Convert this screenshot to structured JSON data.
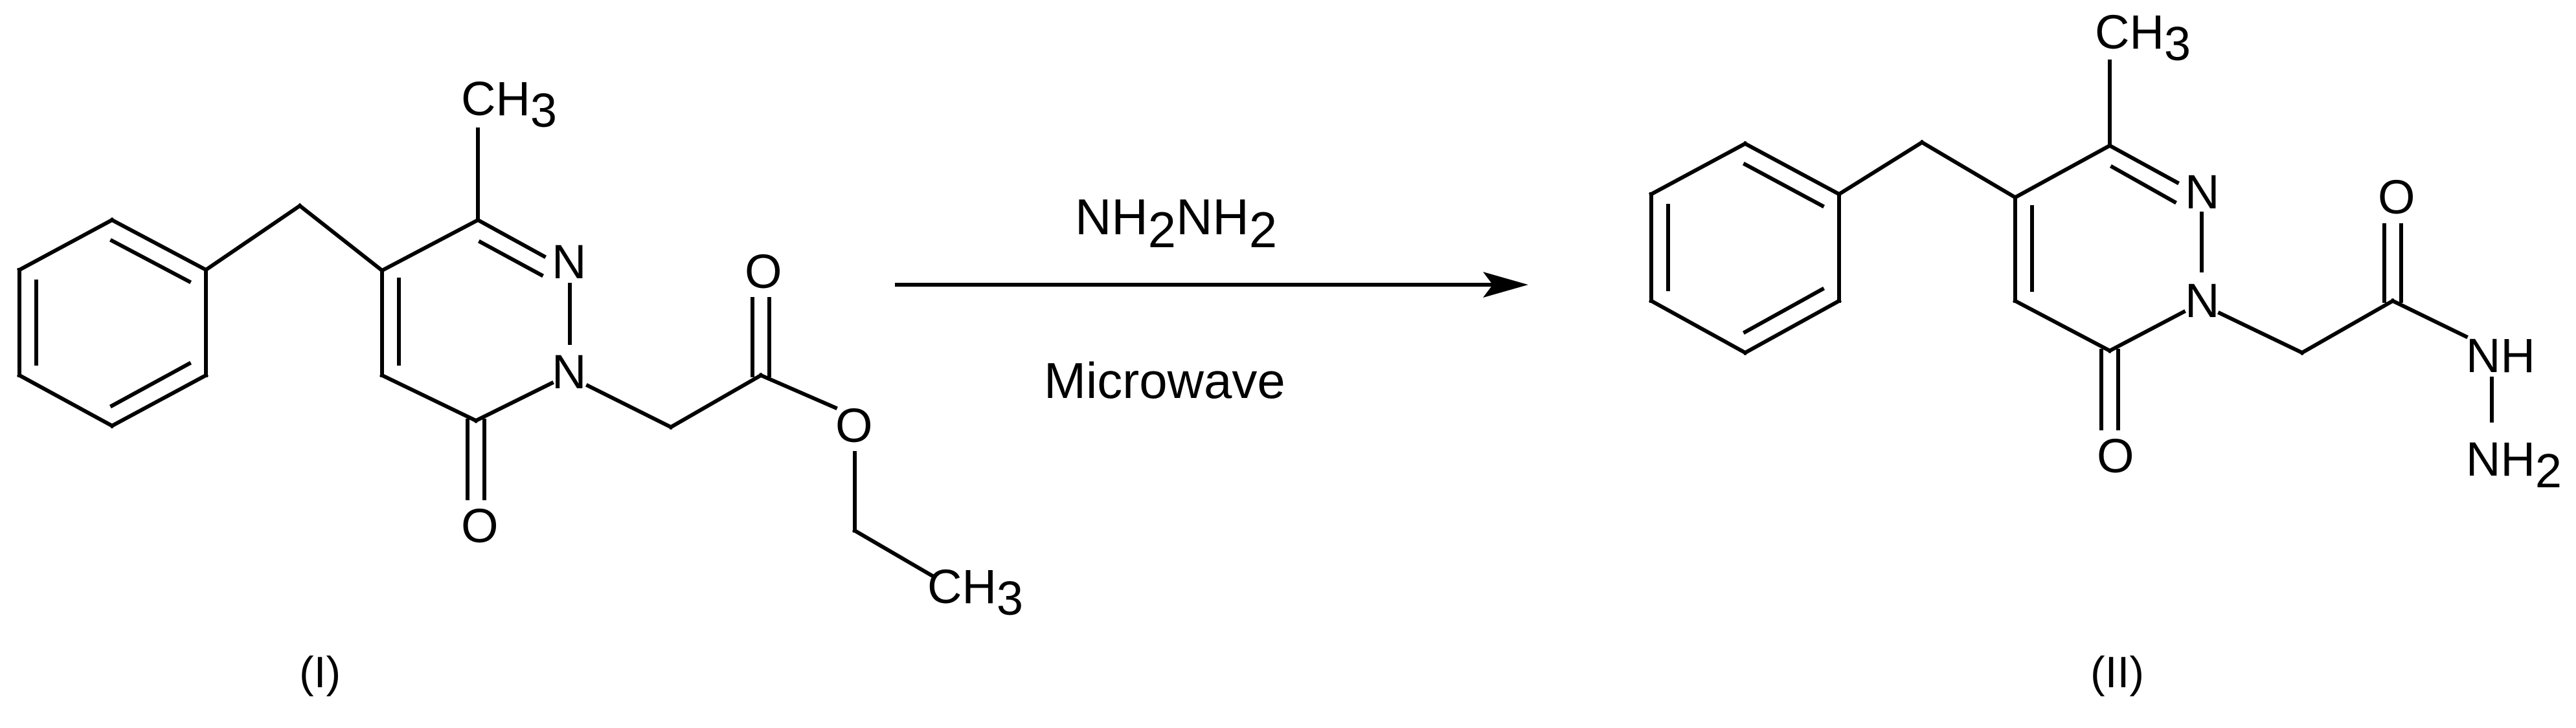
{
  "reaction": {
    "reagent": {
      "main": "NH",
      "sub1": "2",
      "mid": "NH",
      "sub2": "2"
    },
    "condition": "Microwave",
    "arrow": "forward"
  },
  "reactant": {
    "label": "(I)",
    "atoms": {
      "ch3": {
        "c": "CH",
        "sub": "3"
      },
      "n1": "N",
      "n2": "N",
      "o_ketone": "O",
      "o_carbonyl": "O",
      "o_ester": "O",
      "ch3_ethyl": {
        "c": "CH",
        "sub": "3"
      }
    }
  },
  "product": {
    "label": "(II)",
    "atoms": {
      "ch3": {
        "c": "CH",
        "sub": "3"
      },
      "n1": "N",
      "n2": "N",
      "o_ketone": "O",
      "o_carbonyl": "O",
      "nh": "NH",
      "nh2": {
        "c": "NH",
        "sub": "2"
      }
    }
  }
}
